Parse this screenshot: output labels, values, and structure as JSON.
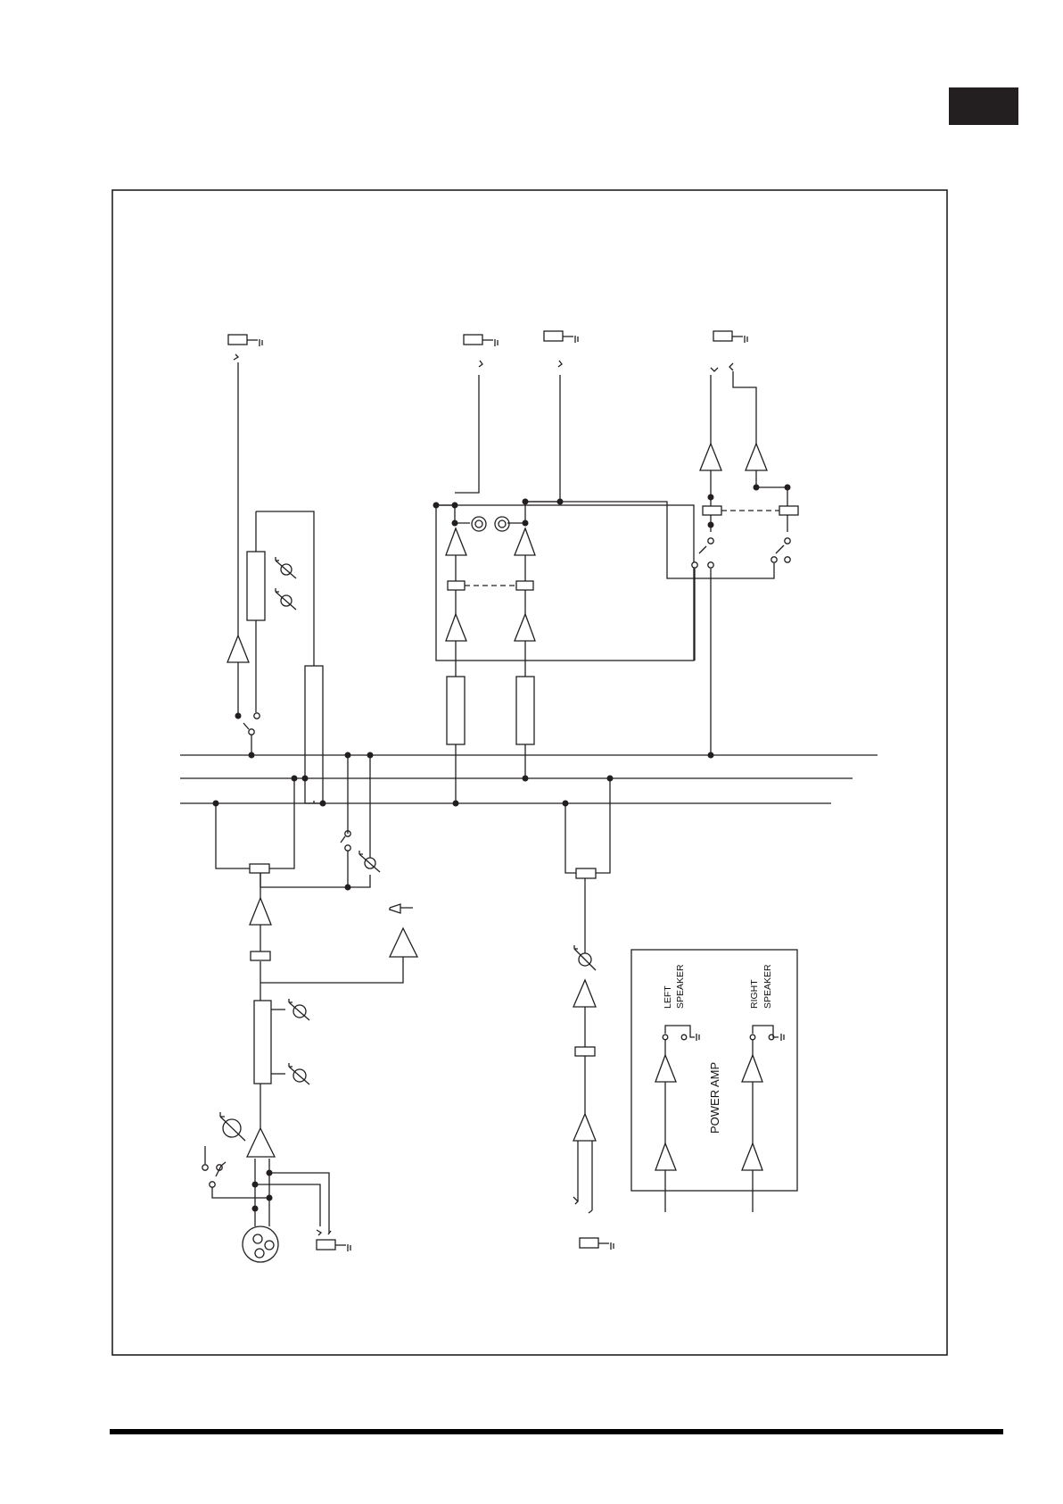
{
  "colors": {
    "ink": "#231f20",
    "tab": "#231f20",
    "rule": "#000000",
    "paper": "#ffffff"
  },
  "diagram": {
    "power_amp": {
      "title": "POWER AMP",
      "left_speaker_line1": "LEFT",
      "left_speaker_line2": "SPEAKER",
      "right_speaker_line1": "RIGHT",
      "right_speaker_line2": "SPEAKER"
    }
  }
}
